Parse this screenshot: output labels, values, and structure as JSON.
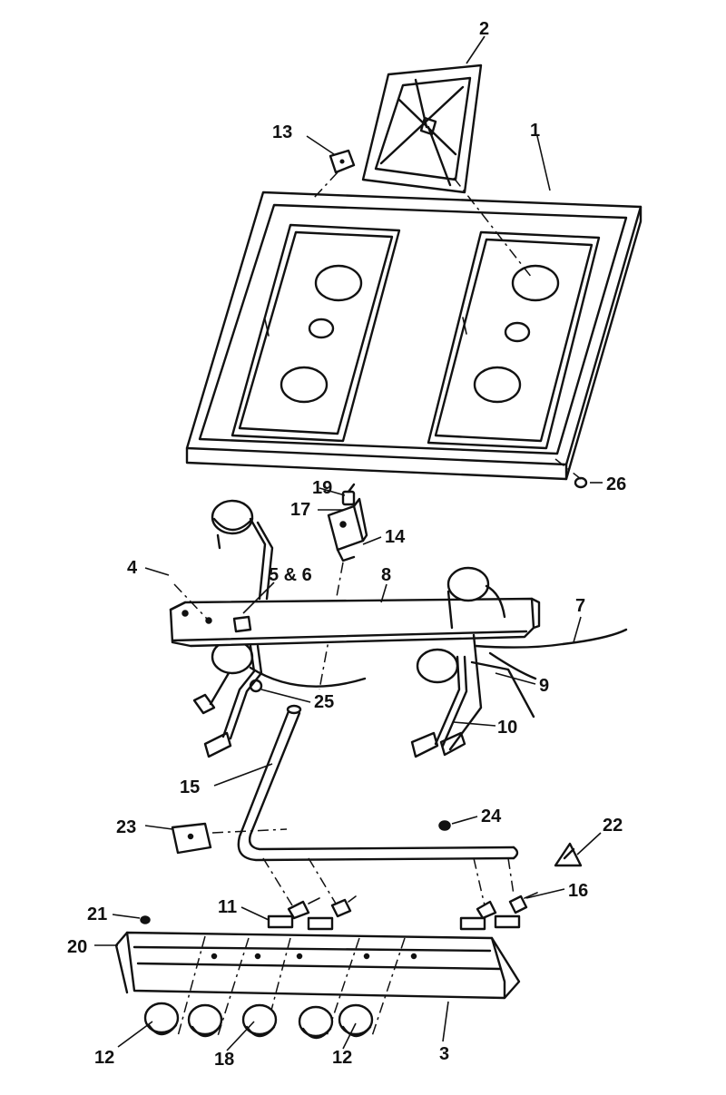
{
  "diagram": {
    "parts": [
      {
        "key": "p1",
        "label": "1"
      },
      {
        "key": "p2",
        "label": "2"
      },
      {
        "key": "p3",
        "label": "3"
      },
      {
        "key": "p4",
        "label": "4"
      },
      {
        "key": "p56",
        "label": "5 & 6"
      },
      {
        "key": "p7",
        "label": "7"
      },
      {
        "key": "p8",
        "label": "8"
      },
      {
        "key": "p9",
        "label": "9"
      },
      {
        "key": "p10",
        "label": "10"
      },
      {
        "key": "p11",
        "label": "11"
      },
      {
        "key": "p12a",
        "label": "12"
      },
      {
        "key": "p12b",
        "label": "12"
      },
      {
        "key": "p13",
        "label": "13"
      },
      {
        "key": "p14",
        "label": "14"
      },
      {
        "key": "p15",
        "label": "15"
      },
      {
        "key": "p16",
        "label": "16"
      },
      {
        "key": "p17",
        "label": "17"
      },
      {
        "key": "p18",
        "label": "18"
      },
      {
        "key": "p19",
        "label": "19"
      },
      {
        "key": "p20",
        "label": "20"
      },
      {
        "key": "p21",
        "label": "21"
      },
      {
        "key": "p22",
        "label": "22"
      },
      {
        "key": "p23",
        "label": "23"
      },
      {
        "key": "p24",
        "label": "24"
      },
      {
        "key": "p25",
        "label": "25"
      },
      {
        "key": "p26",
        "label": "26"
      }
    ]
  }
}
